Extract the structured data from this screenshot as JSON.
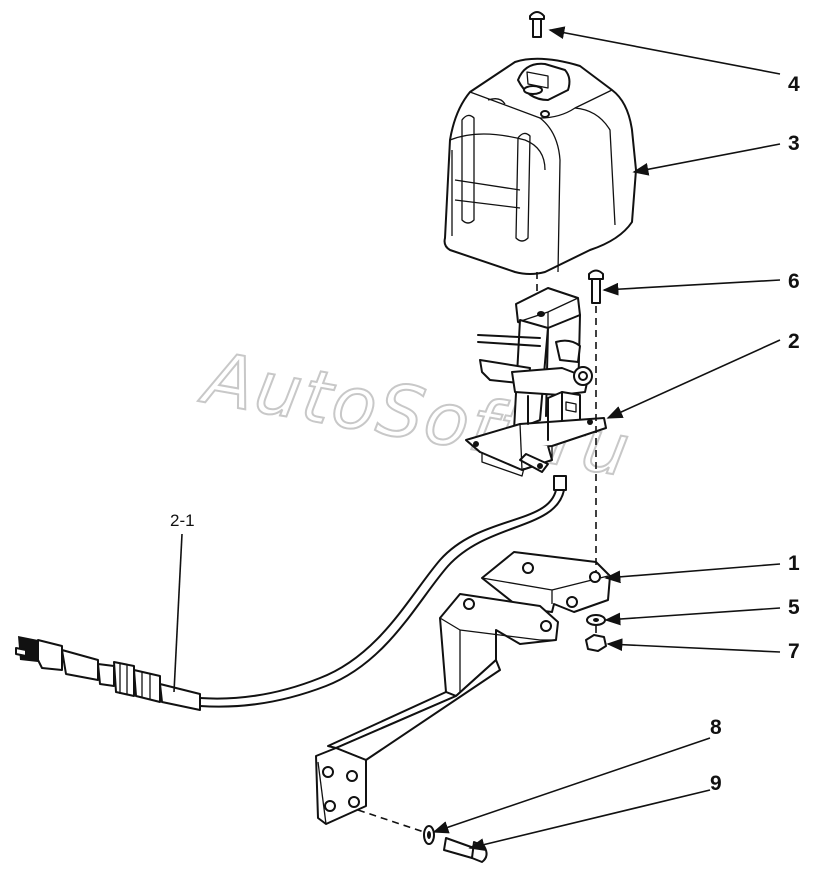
{
  "watermark": "AutoSoft.ru",
  "callouts": [
    {
      "id": "4",
      "label": "4"
    },
    {
      "id": "3",
      "label": "3"
    },
    {
      "id": "6",
      "label": "6"
    },
    {
      "id": "2",
      "label": "2"
    },
    {
      "id": "1",
      "label": "1"
    },
    {
      "id": "5",
      "label": "5"
    },
    {
      "id": "7",
      "label": "7"
    },
    {
      "id": "8",
      "label": "8"
    },
    {
      "id": "9",
      "label": "9"
    },
    {
      "id": "2-1",
      "label": "2-1"
    }
  ]
}
